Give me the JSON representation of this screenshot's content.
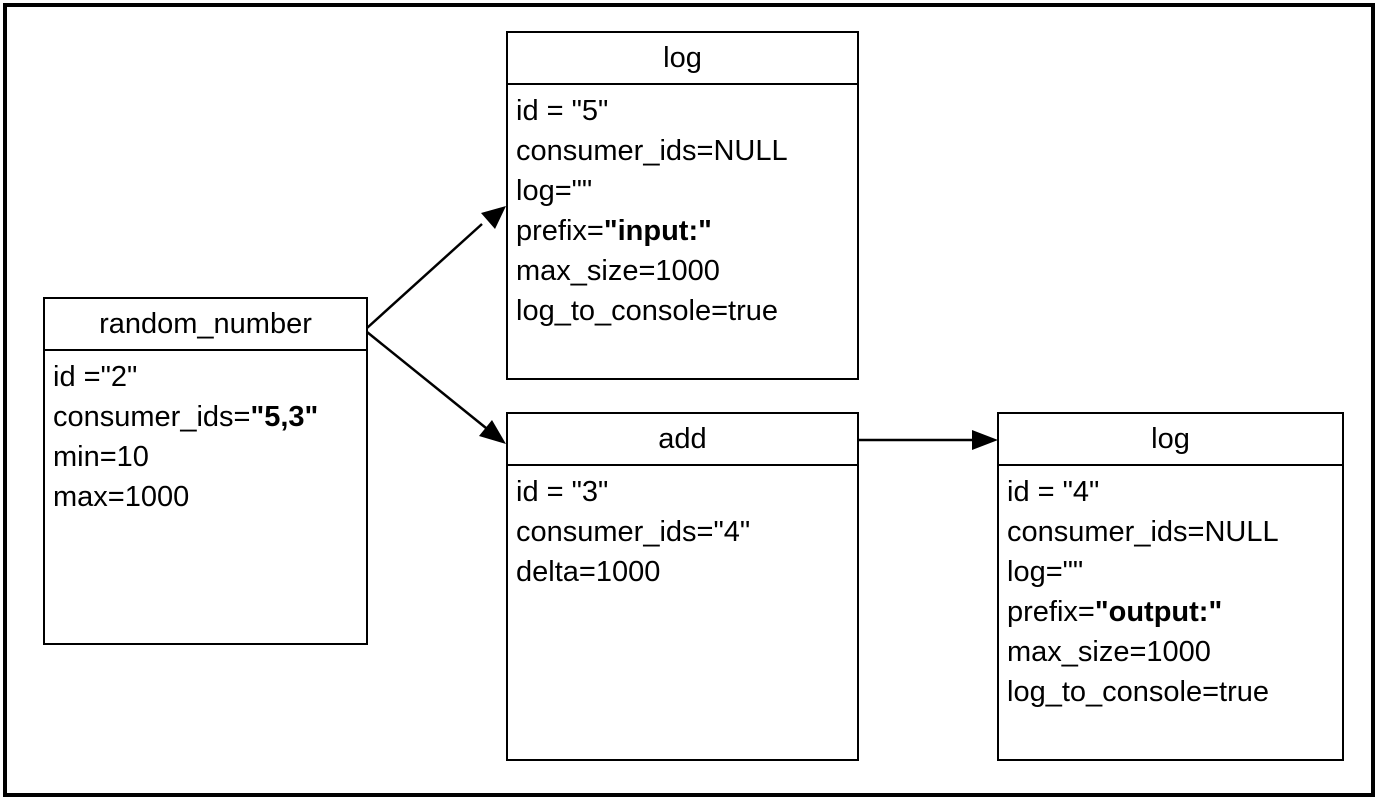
{
  "nodes": [
    {
      "id": "random_number",
      "title": "random_number",
      "attrs": [
        {
          "key": "id =",
          "value": "\"2\"",
          "bold": false
        },
        {
          "key": "consumer_ids=",
          "value": "\"5,3\"",
          "bold": true
        },
        {
          "key": "min=",
          "value": "10",
          "bold": false
        },
        {
          "key": "max=",
          "value": "1000",
          "bold": false
        }
      ]
    },
    {
      "id": "log5",
      "title": "log",
      "attrs": [
        {
          "key": "id = ",
          "value": "\"5\"",
          "bold": false
        },
        {
          "key": "consumer_ids=",
          "value": "NULL",
          "bold": false
        },
        {
          "key": "log=",
          "value": "\"\"",
          "bold": false
        },
        {
          "key": "prefix=",
          "value": "\"input:\"",
          "bold": true
        },
        {
          "key": "max_size=",
          "value": "1000",
          "bold": false
        },
        {
          "key": "log_to_console=",
          "value": "true",
          "bold": false
        }
      ]
    },
    {
      "id": "add",
      "title": "add",
      "attrs": [
        {
          "key": "id = ",
          "value": "\"3\"",
          "bold": false
        },
        {
          "key": "consumer_ids=",
          "value": "\"4\"",
          "bold": false
        },
        {
          "key": "delta=",
          "value": "1000",
          "bold": false
        }
      ]
    },
    {
      "id": "log4",
      "title": "log",
      "attrs": [
        {
          "key": "id = ",
          "value": "\"4\"",
          "bold": false
        },
        {
          "key": "consumer_ids=",
          "value": "NULL",
          "bold": false
        },
        {
          "key": "log=",
          "value": "\"\"",
          "bold": false
        },
        {
          "key": "prefix=",
          "value": "\"output:\"",
          "bold": true
        },
        {
          "key": "max_size=",
          "value": "1000",
          "bold": false
        },
        {
          "key": "log_to_console=",
          "value": "true",
          "bold": false
        }
      ]
    }
  ],
  "edges": [
    {
      "from": "random_number",
      "to": "log5"
    },
    {
      "from": "random_number",
      "to": "add"
    },
    {
      "from": "add",
      "to": "log4"
    }
  ]
}
